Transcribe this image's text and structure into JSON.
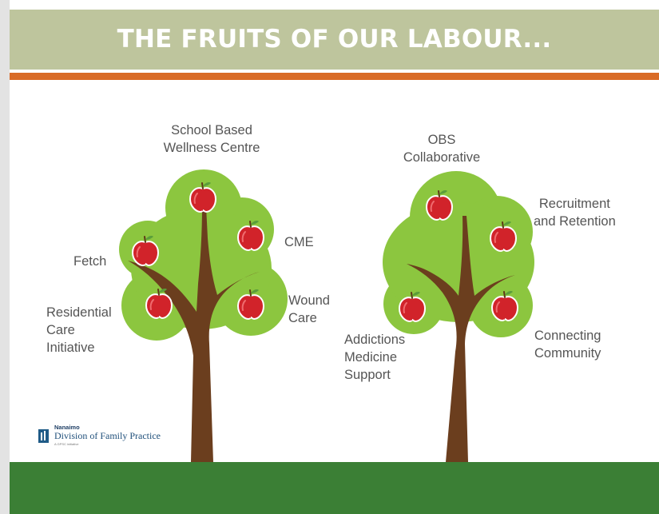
{
  "header": {
    "title": "THE FRUITS OF OUR LABOUR..."
  },
  "left_tree": {
    "labels": [
      {
        "id": "school",
        "text": "School Based\nWellness Centre"
      },
      {
        "id": "cme",
        "text": "CME"
      },
      {
        "id": "fetch",
        "text": "Fetch"
      },
      {
        "id": "wound",
        "text": "Wound\nCare"
      },
      {
        "id": "residential",
        "text": "Residential\nCare\nInitiative"
      }
    ]
  },
  "right_tree": {
    "labels": [
      {
        "id": "obs",
        "text": "OBS\nCollaborative"
      },
      {
        "id": "recruitment",
        "text": "Recruitment\nand Retention"
      },
      {
        "id": "addictions",
        "text": "Addictions\nMedicine\nSupport"
      },
      {
        "id": "connecting",
        "text": "Connecting\nCommunity"
      }
    ]
  },
  "logo": {
    "small": "Nanaimo",
    "main": "Division of Family Practice",
    "tiny": "A GPSC initiative"
  },
  "colors": {
    "header_bg": "#bec59d",
    "accent_bar": "#d96b27",
    "ground": "#3b7f35",
    "canopy": "#8cc63f",
    "trunk": "#6b3e1e",
    "apple": "#d1232a"
  },
  "icons": [
    "apple-icon",
    "tree-icon",
    "logo-icon"
  ]
}
